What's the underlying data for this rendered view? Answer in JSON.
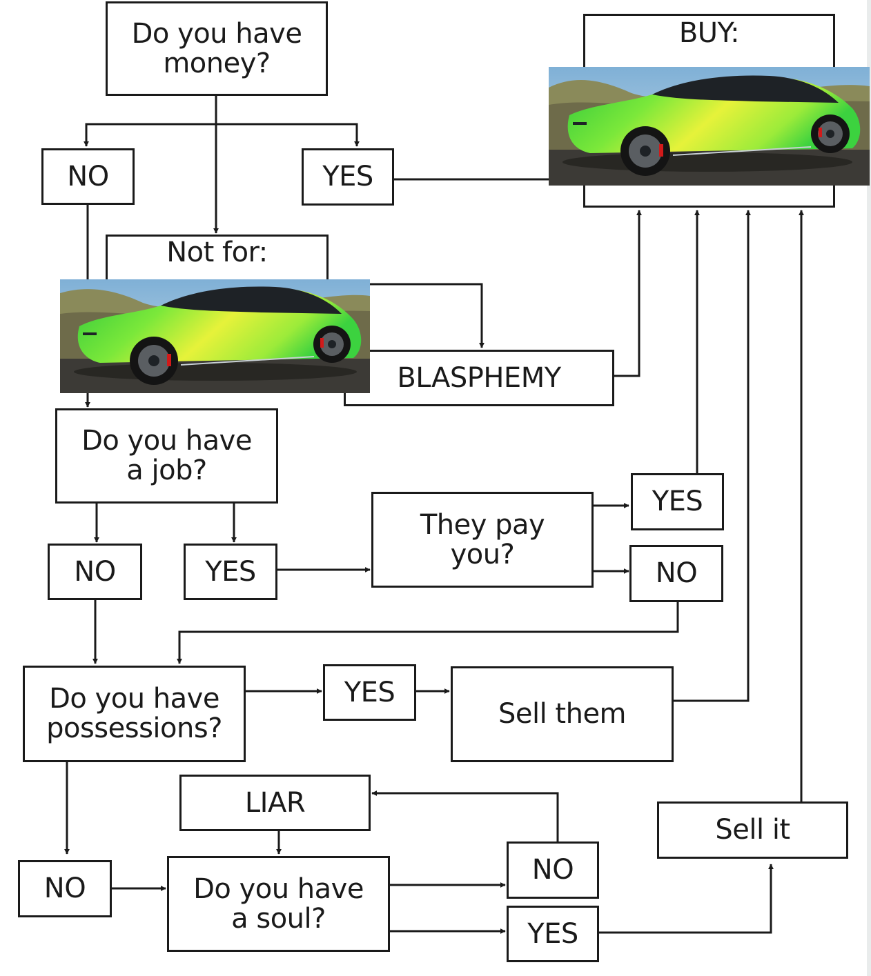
{
  "nodes": {
    "q_money": "Do you have\nmoney?",
    "no_money": "NO",
    "yes_money": "YES",
    "buy": "BUY:",
    "not_for": "Not for:",
    "blasphemy": "BLASPHEMY",
    "q_job": "Do you have\na job?",
    "no_job": "NO",
    "yes_job": "YES",
    "q_pay": "They pay\nyou?",
    "yes_pay": "YES",
    "no_pay": "NO",
    "q_possessions": "Do you have\npossessions?",
    "yes_possessions": "YES",
    "sell_them": "Sell them",
    "liar": "LIAR",
    "no_possessions": "NO",
    "q_soul": "Do you have\na soul?",
    "no_soul": "NO",
    "yes_soul": "YES",
    "sell_it": "Sell it"
  },
  "colors": {
    "line": "#1a1a1a",
    "car_body_light": "#e6f23a",
    "car_body_mid": "#7be83a",
    "car_body_dark": "#2fc83c",
    "roof": "#1e2226",
    "hills": "#8a8a5a",
    "sky": "#8fb8d8",
    "road": "#3c3a36",
    "brake": "#d11a1a"
  }
}
